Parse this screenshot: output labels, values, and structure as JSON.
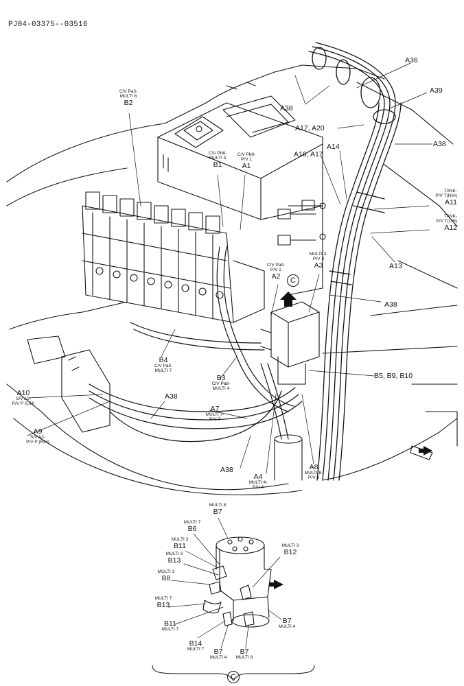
{
  "document_code": "PJ04-03375--03516",
  "detail_mark": "C",
  "main_view": {
    "labels": {
      "A36": "A36",
      "A38_top": "A38",
      "A39": "A39",
      "A17_A20": "A17, A20",
      "A38_right": "A38",
      "A16_A17": "A16, A17",
      "A14": "A14",
      "A11_sub": "TANK-\nP/V T(R/H)",
      "A11": "A11",
      "A12_sub": "TANK-\nP/V T(L/H)",
      "A12": "A12",
      "A13": "A13",
      "A38_mid": "A38",
      "B2_sub": "C/V Pa3-\nMULTI 8",
      "B2": "B2",
      "B1_sub": "C/V Pb8-\nMULTI 3",
      "B1": "B1",
      "A1_sub": "C/V Pb9-\nP/V 1",
      "A1": "A1",
      "A2_sub": "C/V Pa9-\nP/V 2",
      "A2": "A2",
      "A3_sub": "MULTI 3-\nP/V 3",
      "A3": "A3",
      "B4": "B4",
      "B4_sub": "C/V Pa3-\nMULTI 7",
      "B3": "B3",
      "B3_sub": "C/V Pa8-\nMULTI 4",
      "B5_B9_B10": "B5, B9, B10",
      "A10": "A10",
      "A10_sub": "S/V A2-\nP/V P (L/H)",
      "A9": "A9",
      "A9_sub": "S/V A2-\nP/V P (R/H)",
      "A38_left": "A38",
      "A7": "A7",
      "A7_sub": "MULTI 7-\nP/V 7",
      "A38_bottom": "A38",
      "A4": "A4",
      "A4_sub": "MULTI 4-\nP/V 4",
      "A8": "A8",
      "A8_sub": "MULTI 8-\nP/V 8"
    }
  },
  "detail_view": {
    "labels": {
      "B7_top_sub": "MULTI 8",
      "B7_top": "B7",
      "B6_sub": "MULTI 7",
      "B6": "B6",
      "B11_top_sub": "MULTI 3",
      "B11_top": "B11",
      "B13_a_sub": "MULTI 3",
      "B13_a": "B13",
      "B12_sub": "MULTI 3",
      "B12": "B12",
      "B8_sub": "MULTI 3",
      "B8": "B8",
      "B13_b_sub": "MULTI 7",
      "B13_b": "B13",
      "B7_right": "B7",
      "B7_right_sub": "MULTI 4",
      "B11_bottom": "B11",
      "B11_bottom_sub": "MULTI 7",
      "B14": "B14",
      "B14_sub": "MULTI 7",
      "B7_bl": "B7",
      "B7_bl_sub": "MULTI 4",
      "B7_br": "B7",
      "B7_br_sub": "MULTI 8"
    }
  }
}
